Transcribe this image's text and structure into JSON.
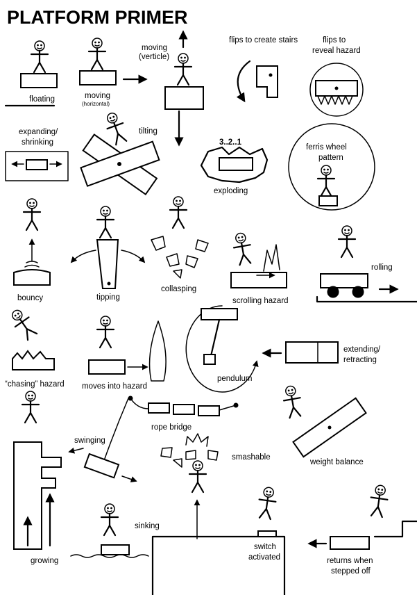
{
  "title": "PLATFORM PRIMER",
  "labels": {
    "floating": "floating",
    "moving_h": "moving",
    "moving_h_sub": "(horizontal)",
    "moving_v_1": "moving",
    "moving_v_2": "(verticle)",
    "flips_stairs": "flips to create stairs",
    "flips_hazard_1": "flips to",
    "flips_hazard_2": "reveal hazard",
    "expanding_1": "expanding/",
    "expanding_2": "shrinking",
    "tilting": "tilting",
    "exploding": "exploding",
    "countdown": "3..2..1",
    "ferris_1": "ferris wheel",
    "ferris_2": "pattern",
    "bouncy": "bouncy",
    "tipping": "tipping",
    "collasping": "collasping",
    "scrolling": "scrolling hazard",
    "rolling": "rolling",
    "chasing": "“chasing” hazard",
    "moves_into": "moves into hazard",
    "pendulum": "pendulum",
    "extending_1": "extending/",
    "extending_2": "retracting",
    "rope_bridge": "rope bridge",
    "swinging": "swinging",
    "smashable": "smashable",
    "weight_balance": "weight balance",
    "growing": "growing",
    "sinking": "sinking",
    "switch_1": "switch",
    "switch_2": "activated",
    "returns_1": "returns when",
    "returns_2": "stepped off"
  }
}
